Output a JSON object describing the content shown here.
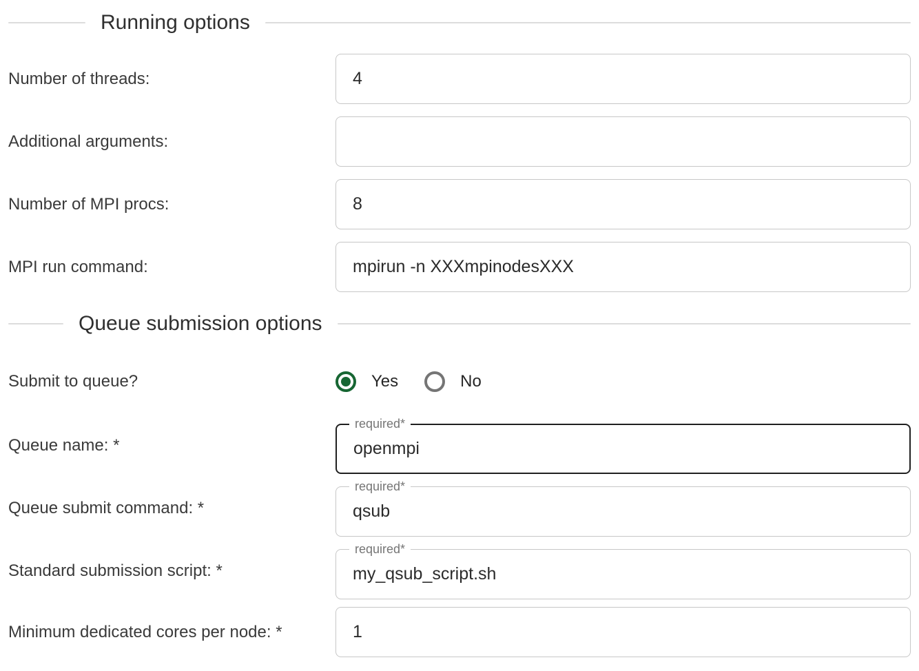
{
  "colors": {
    "radio_selected_green": "#176633",
    "radio_unselected_gray": "#757575",
    "input_border": "#c7c7c7",
    "focused_border": "#1f1f1f",
    "divider": "#dcdcdc",
    "required_text": "#757575"
  },
  "sections": [
    {
      "title": "Running options",
      "fields": [
        {
          "label": "Number of threads:",
          "value": "4"
        },
        {
          "label": "Additional arguments:",
          "value": ""
        },
        {
          "label": "Number of MPI procs:",
          "value": "8"
        },
        {
          "label": "MPI run command:",
          "value": "mpirun -n XXXmpinodesXXX"
        }
      ]
    },
    {
      "title": "Queue submission options",
      "radio": {
        "label": "Submit to queue?",
        "options": [
          "Yes",
          "No"
        ],
        "selected": "Yes"
      },
      "fields": [
        {
          "label": "Queue name: *",
          "value": "openmpi",
          "required_tag": "required*",
          "focused": true
        },
        {
          "label": "Queue submit command: *",
          "value": "qsub",
          "required_tag": "required*"
        },
        {
          "label": "Standard submission script: *",
          "value": "my_qsub_script.sh",
          "required_tag": "required*"
        },
        {
          "label": "Minimum dedicated cores per node: *",
          "value": "1"
        }
      ]
    }
  ]
}
